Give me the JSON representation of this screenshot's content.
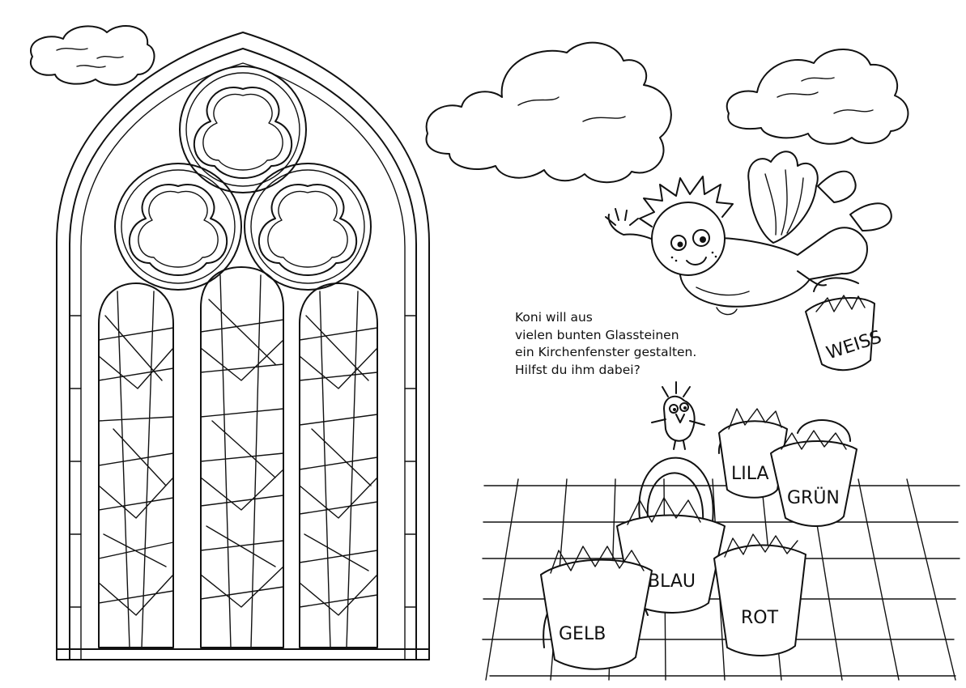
{
  "story": {
    "lines": [
      "Koni will aus",
      "vielen bunten Glassteinen",
      "ein Kirchenfenster gestalten.",
      "Hilfst du ihm dabei?"
    ]
  },
  "buckets": {
    "weiss": "WEISS",
    "lila": "LILA",
    "gruen": "GRÜN",
    "blau": "BLAU",
    "rot": "ROT",
    "gelb": "GELB"
  }
}
